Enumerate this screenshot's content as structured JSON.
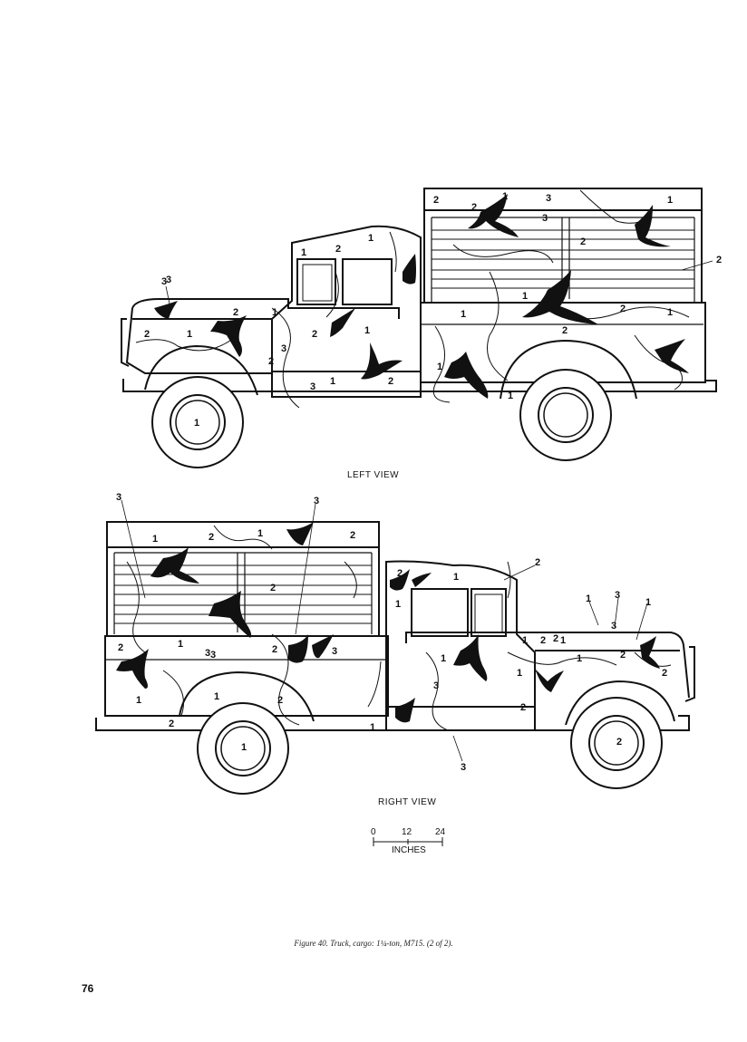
{
  "figure": {
    "caption": "Figure 40. Truck, cargo: 1¼-ton, M715. (2 of 2).",
    "page_number": "76"
  },
  "views": {
    "left": {
      "label": "LEFT VIEW",
      "pattern_numbers": [
        "1",
        "2",
        "2",
        "3",
        "1",
        "1",
        "2",
        "1",
        "2",
        "3",
        "2",
        "1",
        "3",
        "1",
        "2",
        "1",
        "2",
        "2",
        "1",
        "3",
        "3",
        "1",
        "2",
        "1",
        "1",
        "2",
        "2",
        "3",
        "1",
        "1",
        "1"
      ]
    },
    "right": {
      "label": "RIGHT VIEW",
      "pattern_numbers": [
        "3",
        "1",
        "2",
        "1",
        "2",
        "3",
        "2",
        "2",
        "1",
        "2",
        "3",
        "1",
        "2",
        "2",
        "1",
        "1",
        "2",
        "1",
        "3",
        "1",
        "2",
        "1",
        "2",
        "2",
        "1",
        "1",
        "2",
        "1",
        "2",
        "3",
        "1",
        "1",
        "2"
      ]
    },
    "left_callouts": [
      "3",
      "2"
    ],
    "right_callouts": [
      "3",
      "3",
      "2",
      "1",
      "3",
      "1",
      "3"
    ]
  },
  "scale_bar": {
    "ticks": [
      "0",
      "12",
      "24"
    ],
    "unit": "INCHES"
  }
}
